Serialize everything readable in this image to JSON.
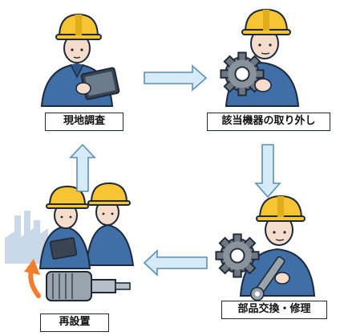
{
  "steps": {
    "step1": "現地調査",
    "step2": "該当機器の取り外し",
    "step3": "部品交換・修理",
    "step4": "再設置"
  },
  "colors": {
    "helmet": "#f6c531",
    "uniform": "#3f6fa6",
    "skin": "#f6dccb",
    "arrow_fill": "#d6ebf7",
    "arrow_stroke": "#5a8fb8",
    "gear": "#6e7780",
    "outline": "#1e2a3a",
    "orange_arrow": "#f07e2c",
    "factory": "#c9d9ea"
  },
  "icons": {
    "top_left": "worker-with-tablet-icon",
    "top_right": "worker-holding-gear-icon",
    "bottom_right": "worker-with-gear-and-wrench-icon",
    "bottom_left": "two-workers-with-factory-and-motor-icon"
  }
}
